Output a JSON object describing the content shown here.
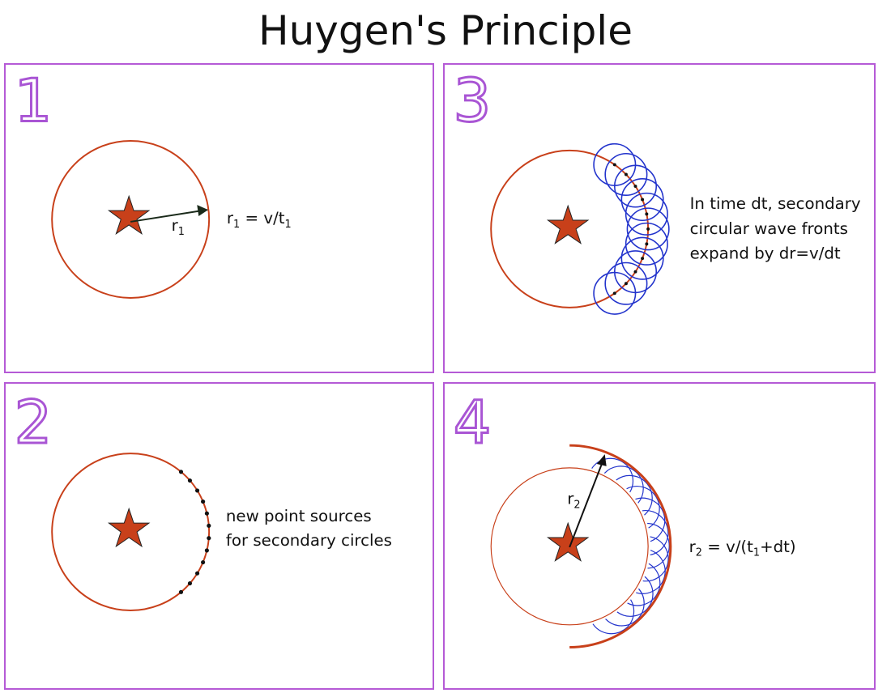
{
  "title": "Huygen's Principle",
  "panels": {
    "p1": {
      "number": "1",
      "radius_label": "r",
      "radius_sub": "1",
      "eq_a": "r",
      "eq_a_sub": "1",
      "eq_b": " = v/t",
      "eq_b_sub": "1"
    },
    "p2": {
      "number": "2",
      "caption_lines": [
        "new point sources",
        "for secondary circles"
      ]
    },
    "p3": {
      "number": "3",
      "caption_lines": [
        "In time dt, secondary",
        "circular wave fronts",
        "expand by dr=v/dt"
      ]
    },
    "p4": {
      "number": "4",
      "radius_label": "r",
      "radius_sub": "2",
      "eq_a": "r",
      "eq_a_sub": "2",
      "eq_b": " = v/(t",
      "eq_b_sub": "1",
      "eq_c": "+dt)"
    }
  },
  "colors": {
    "panel_border": "#b55ad6",
    "number_outline": "#a955d4",
    "primary_wave": "#c8401a",
    "secondary_wave": "#2233cc",
    "star_fill": "#c8401a",
    "arrow": "#1a2a1a"
  }
}
